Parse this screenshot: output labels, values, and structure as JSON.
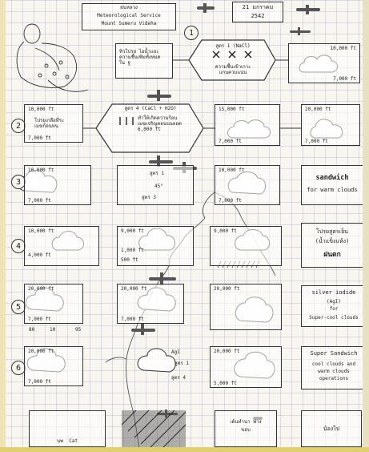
{
  "header": {
    "org_line1": "Meteorological Service",
    "org_line2": "Mount Sumeru Videha",
    "thai_title": "ฝนหลวง",
    "date_line1": "21 มกราคม",
    "date_line2": "2542"
  },
  "step_numbers": [
    "1",
    "2",
    "3",
    "4",
    "5",
    "6"
  ],
  "row1": {
    "caption_left": "ทิวโปรย ไอน้ำและ\nความชื้นเพิ่มทั้งหมด\nใน ฐ",
    "caption_center_title": "สูตร 1 (NaCl)",
    "caption_center_sub": "ความชื้นเข้าเกาะ\nแกนควบแน่น",
    "alt_top": "10,000 ft",
    "alt_bottom": "7,000 ft"
  },
  "row2": {
    "left_alt_top": "10,000 ft",
    "left_caption": "โปรยเกลือที่ระ\nเมฆก้อนหน",
    "left_alt_bottom": "7,000 ft",
    "center_title": "สูตร 4 (CaCl + H2O)",
    "center_sub": "ทำให้เกิดความร้อน\nเมฆเจริญตอนบนยอด\n6,000 ft",
    "mid_alt_top": "15,000 ft",
    "mid_alt_bottom": "7,000 ft",
    "right_alt_top": "20,000 ft",
    "right_alt_bottom": "7,000 ft"
  },
  "row3": {
    "left_alt_top": "10,000 ft",
    "left_alt_bottom": "7,000 ft",
    "center_label_1": "สูตร 1",
    "center_label_2": "สูตร 3",
    "center_angle": "45°",
    "mid_alt_top": "10,000 ft",
    "mid_alt_bottom": "7,000 ft",
    "right_line1": "sandwich",
    "right_line2": "for warm clouds"
  },
  "row4": {
    "left_alt_top": "10,000 ft",
    "left_alt_bottom": "4,000 ft",
    "center_alt_top": "9,000 ft",
    "center_alt_mid": "1,000 ft",
    "center_alt_bottom": "500 ft",
    "mid_alt_top": "9,000 ft",
    "right_line1": "โปรยสูตรเย็น",
    "right_line2": "(น้ำแข็งแห้ง)",
    "right_line3": "ฝนตก"
  },
  "row5": {
    "left_alt_top": "20,000 ft",
    "left_alt_bottom": "7,000 ft",
    "scale_label_a": "80",
    "scale_label_b": "95",
    "scale_label_c": "10",
    "center_alt_top": "20,000 ft",
    "center_alt_bottom": "7,000 ft",
    "mid_alt_top": "20,000 ft",
    "right_line1": "silver iodide",
    "right_line2": "(AgI)",
    "right_line3": "for",
    "right_line4": "Super-cool clouds"
  },
  "row6": {
    "left_alt_top": "20,000 ft",
    "left_alt_bottom": "7,000 ft",
    "center_label_1": "AgI",
    "center_label_2": "สูตร 1",
    "center_label_3": "สูตร 4",
    "mid_alt_top": "20,000 ft",
    "mid_alt_bottom": "5,000 ft",
    "right_line1": "Super Sandwich",
    "right_line2": "cool clouds and",
    "right_line3": "warm clouds",
    "right_line4": "operations"
  },
  "row7": {
    "left_label": "นพ  Cat",
    "center_right_line1": "เต้นทำนา ฟาง",
    "center_right_line2": "ขอบ",
    "right_label": "น้องไป"
  }
}
